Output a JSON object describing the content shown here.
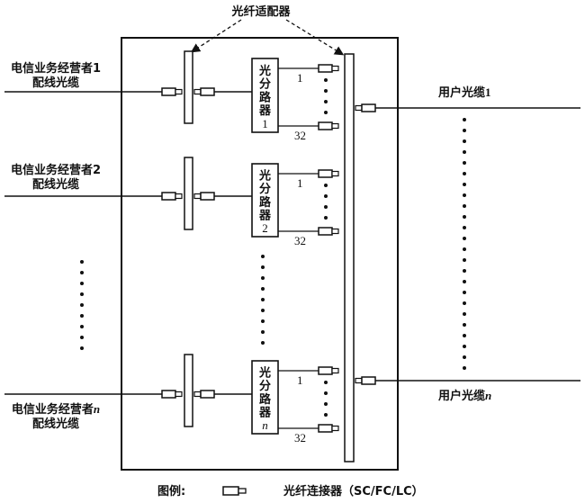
{
  "title_label": "光纤适配器",
  "operators": [
    {
      "line1": "电信业务经营者1",
      "line2": "配线光缆",
      "splitter_chars": [
        "光",
        "分",
        "路",
        "器"
      ],
      "splitter_index": "1",
      "italic": false
    },
    {
      "line1": "电信业务经营者2",
      "line2": "配线光缆",
      "splitter_chars": [
        "光",
        "分",
        "路",
        "器"
      ],
      "splitter_index": "2",
      "italic": false
    },
    {
      "line1_prefix": "电信业务经营者",
      "line1_suffix": "n",
      "line2": "配线光缆",
      "splitter_chars": [
        "光",
        "分",
        "路",
        "器"
      ],
      "splitter_index": "n",
      "italic": true
    }
  ],
  "output_port_labels": {
    "first": "1",
    "last": "32"
  },
  "user_cables": [
    {
      "prefix": "用户光缆",
      "suffix": "1",
      "italic": false
    },
    {
      "prefix": "用户光缆",
      "suffix": "n",
      "italic": true
    }
  ],
  "legend": {
    "title": "图例:",
    "symbol": "connector-symbol",
    "description": "光纤连接器（SC/FC/LC）"
  },
  "colors": {
    "stroke": "#111111",
    "background": "#ffffff"
  }
}
